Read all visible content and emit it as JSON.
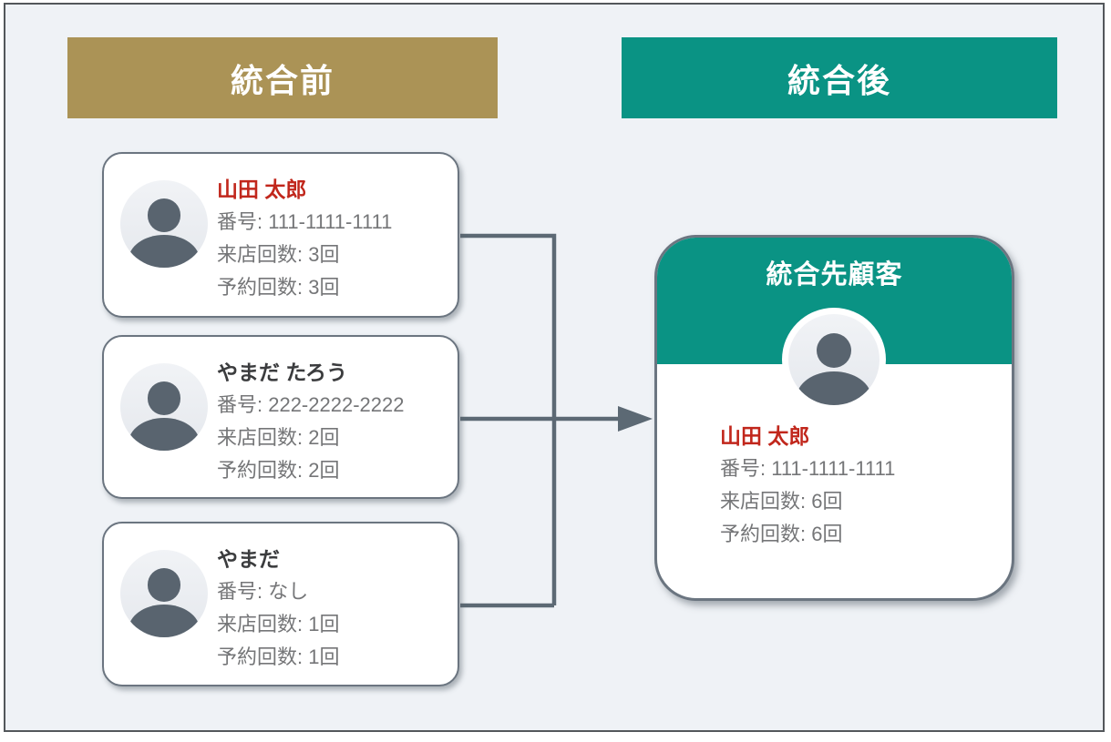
{
  "headers": {
    "before": "統合前",
    "after": "統合後"
  },
  "source_cards": [
    {
      "name": "山田 太郎",
      "phone": "番号: 111-1111-1111",
      "visits": "来店回数: 3回",
      "reservations": "予約回数: 3回"
    },
    {
      "name": "やまだ たろう",
      "phone": "番号: 222-2222-2222",
      "visits": "来店回数: 2回",
      "reservations": "予約回数: 2回"
    },
    {
      "name": "やまだ",
      "phone": "番号: なし",
      "visits": "来店回数: 1回",
      "reservations": "予約回数: 1回"
    }
  ],
  "merged_card": {
    "header": "統合先顧客",
    "name": "山田 太郎",
    "phone": "番号: 111-1111-1111",
    "visits": "来店回数: 6回",
    "reservations": "予約回数: 6回"
  },
  "colors": {
    "before_header_bg": "#AB9356",
    "after_header_bg": "#0A9384",
    "highlight_name": "#C1271C",
    "dark_name": "#3B3C3E",
    "detail_text": "#757678",
    "connector": "#5C6974",
    "card_border": "#6B7580",
    "panel_border": "#53575B",
    "panel_bg": "#EFF2F6",
    "avatar_person": "#59646F"
  }
}
